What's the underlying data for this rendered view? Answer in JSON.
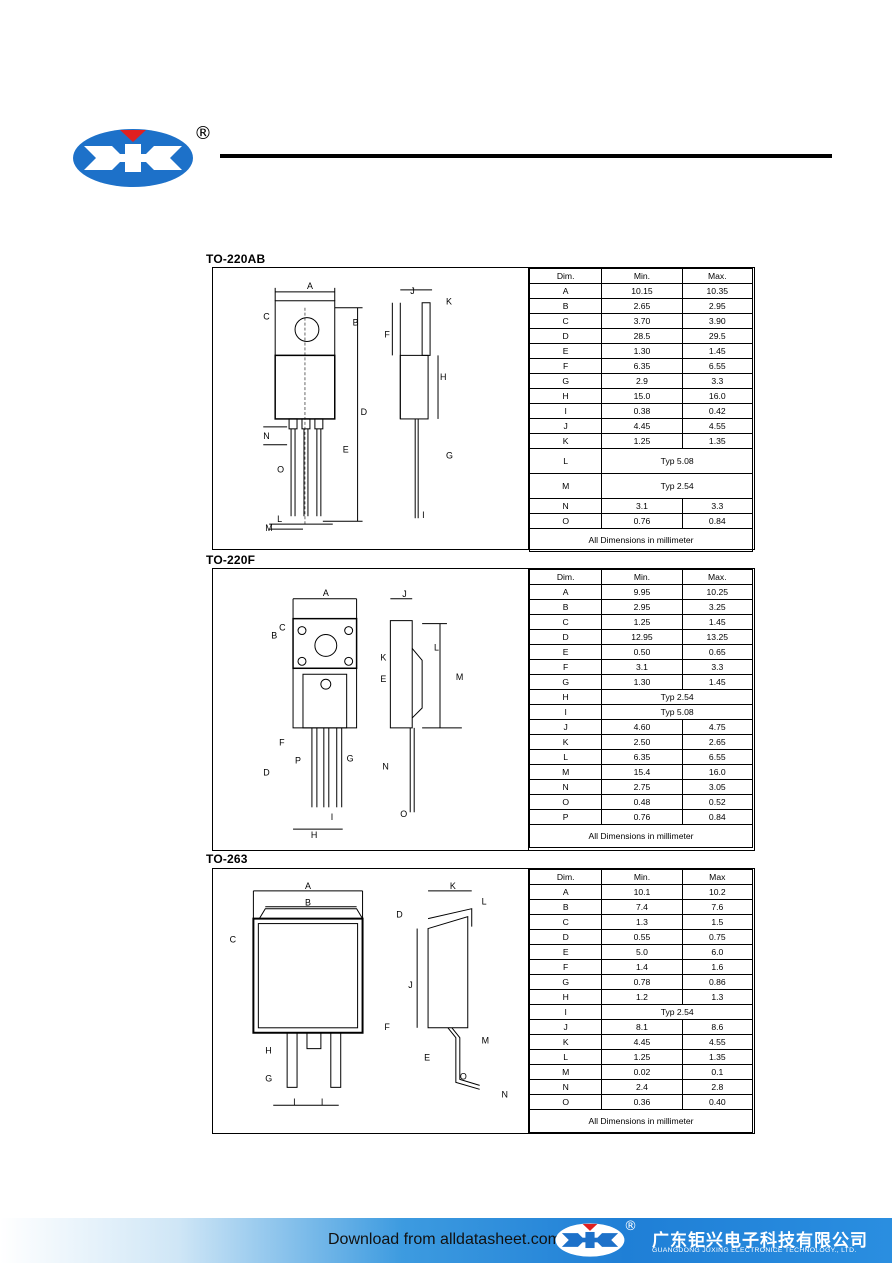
{
  "header": {
    "registered_mark": "®"
  },
  "sections": [
    {
      "title": "TO-220AB",
      "headers": [
        "Dim.",
        "Min.",
        "Max."
      ],
      "rows": [
        [
          "A",
          "10.15",
          "10.35"
        ],
        [
          "B",
          "2.65",
          "2.95"
        ],
        [
          "C",
          "3.70",
          "3.90"
        ],
        [
          "D",
          "28.5",
          "29.5"
        ],
        [
          "E",
          "1.30",
          "1.45"
        ],
        [
          "F",
          "6.35",
          "6.55"
        ],
        [
          "G",
          "2.9",
          "3.3"
        ],
        [
          "H",
          "15.0",
          "16.0"
        ],
        [
          "I",
          "0.38",
          "0.42"
        ],
        [
          "J",
          "4.45",
          "4.55"
        ],
        [
          "K",
          "1.25",
          "1.35"
        ],
        [
          "L",
          "Typ 5.08"
        ],
        [
          "M",
          "Typ 2.54"
        ],
        [
          "N",
          "3.1",
          "3.3"
        ],
        [
          "O",
          "0.76",
          "0.84"
        ]
      ],
      "footnote": "All Dimensions in millimeter"
    },
    {
      "title": "TO-220F",
      "headers": [
        "Dim.",
        "Min.",
        "Max."
      ],
      "rows": [
        [
          "A",
          "9.95",
          "10.25"
        ],
        [
          "B",
          "2.95",
          "3.25"
        ],
        [
          "C",
          "1.25",
          "1.45"
        ],
        [
          "D",
          "12.95",
          "13.25"
        ],
        [
          "E",
          "0.50",
          "0.65"
        ],
        [
          "F",
          "3.1",
          "3.3"
        ],
        [
          "G",
          "1.30",
          "1.45"
        ],
        [
          "H",
          "Typ 2.54"
        ],
        [
          "I",
          "Typ 5.08"
        ],
        [
          "J",
          "4.60",
          "4.75"
        ],
        [
          "K",
          "2.50",
          "2.65"
        ],
        [
          "L",
          "6.35",
          "6.55"
        ],
        [
          "M",
          "15.4",
          "16.0"
        ],
        [
          "N",
          "2.75",
          "3.05"
        ],
        [
          "O",
          "0.48",
          "0.52"
        ],
        [
          "P",
          "0.76",
          "0.84"
        ]
      ],
      "footnote": "All Dimensions in millimeter"
    },
    {
      "title": "TO-263",
      "headers": [
        "Dim.",
        "Min.",
        "Max"
      ],
      "rows": [
        [
          "A",
          "10.1",
          "10.2"
        ],
        [
          "B",
          "7.4",
          "7.6"
        ],
        [
          "C",
          "1.3",
          "1.5"
        ],
        [
          "D",
          "0.55",
          "0.75"
        ],
        [
          "E",
          "5.0",
          "6.0"
        ],
        [
          "F",
          "1.4",
          "1.6"
        ],
        [
          "G",
          "0.78",
          "0.86"
        ],
        [
          "H",
          "1.2",
          "1.3"
        ],
        [
          "I",
          "Typ 2.54"
        ],
        [
          "J",
          "8.1",
          "8.6"
        ],
        [
          "K",
          "4.45",
          "4.55"
        ],
        [
          "L",
          "1.25",
          "1.35"
        ],
        [
          "M",
          "0.02",
          "0.1"
        ],
        [
          "N",
          "2.4",
          "2.8"
        ],
        [
          "O",
          "0.36",
          "0.40"
        ]
      ],
      "footnote": "All Dimensions in millimeter"
    }
  ],
  "drawing_labels": {
    "to220ab": [
      "A",
      "B",
      "C",
      "D",
      "E",
      "F",
      "G",
      "H",
      "I",
      "J",
      "K",
      "L",
      "M",
      "N",
      "O"
    ],
    "to220f": [
      "A",
      "B",
      "C",
      "D",
      "E",
      "F",
      "G",
      "H",
      "I",
      "J",
      "K",
      "L",
      "M",
      "N",
      "O",
      "P"
    ],
    "to263": [
      "A",
      "B",
      "C",
      "D",
      "E",
      "F",
      "G",
      "H",
      "I",
      "I",
      "J",
      "K",
      "L",
      "M",
      "N",
      "O"
    ]
  },
  "footer": {
    "download_text": "Download from alldatasheet.com",
    "registered_mark": "®",
    "company_cn": "广东钜兴电子科技有限公司",
    "company_en": "GUANGDONG JUXING ELECTRONICE TECHNOLOGY., LTD."
  },
  "colors": {
    "brand_blue": "#1d71c9",
    "brand_red": "#e02020",
    "footer_blue": "#1f7fd6"
  }
}
